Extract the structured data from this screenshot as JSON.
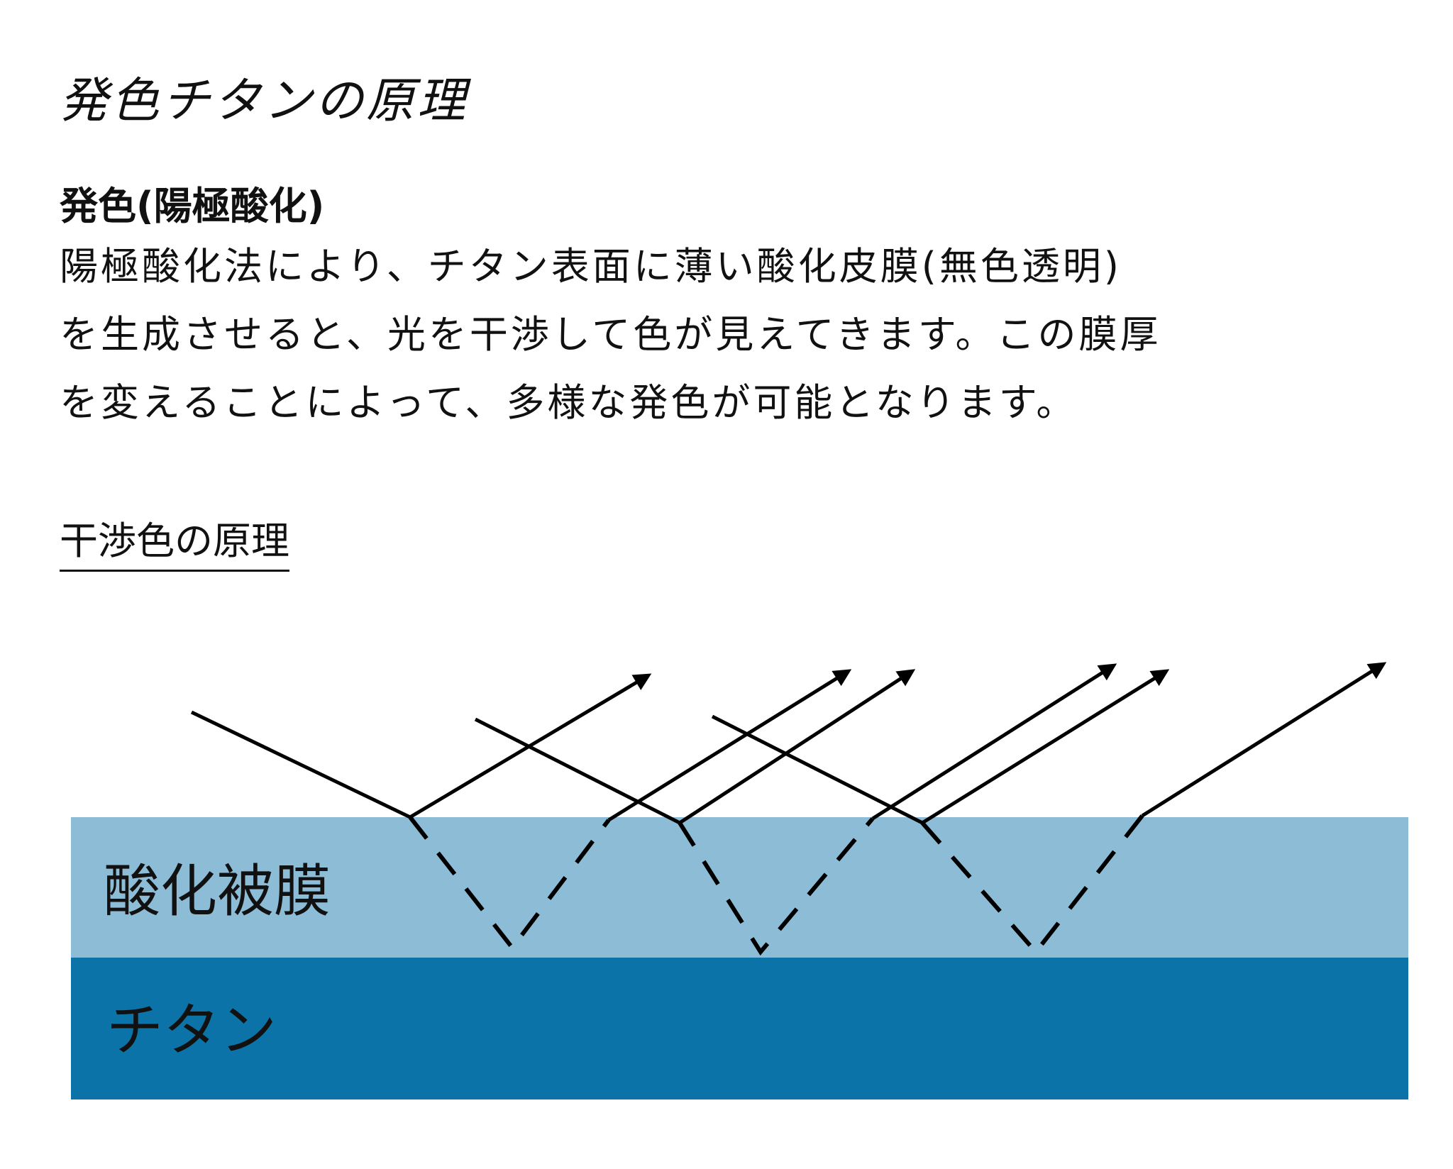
{
  "page": {
    "title": "発色チタンの原理",
    "section_heading": "発色(陽極酸化)",
    "body_lines": [
      "陽極酸化法により、チタン表面に薄い酸化皮膜(無色透明)",
      "を生成させると、光を干渉して色が見えてきます。この膜厚",
      "を変えることによって、多様な発色が可能となります。"
    ],
    "sub_heading": "干渉色の原理"
  },
  "diagram": {
    "oxide_layer": {
      "label": "酸化被膜",
      "color": "#8dbcd6"
    },
    "titanium_layer": {
      "label": "チタン",
      "color": "#0c73a8"
    },
    "ray_color": "#000000"
  }
}
